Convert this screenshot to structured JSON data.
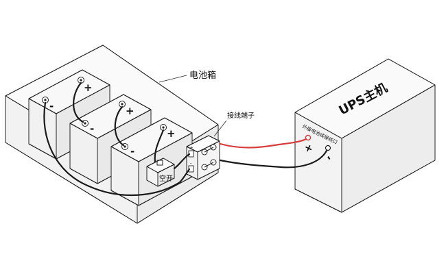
{
  "labels": {
    "battery_box": "电池箱",
    "terminal_block": "接线端子",
    "breaker": "空开",
    "ups_host": "UPS主机",
    "ext_port": "外接电池线接线口",
    "plus": "+",
    "minus": "-"
  },
  "colors": {
    "positive_cable": "#d93a3a",
    "negative_cable": "#1a1a1a",
    "outline": "#222222",
    "top_face": "#f7f7f7",
    "side_face": "#f0f0f0"
  },
  "icons": {
    "terminal": "ring-terminal-icon",
    "breaker": "breaker-switch-icon"
  }
}
